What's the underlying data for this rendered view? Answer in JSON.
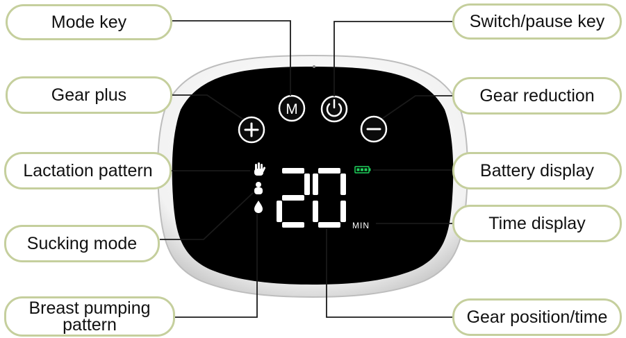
{
  "callouts": {
    "mode_key": "Mode key",
    "switch_pause_key": "Switch/pause key",
    "gear_plus": "Gear plus",
    "gear_reduction": "Gear reduction",
    "lactation_pattern": "Lactation pattern",
    "battery_display": "Battery display",
    "sucking_mode": "Sucking mode",
    "time_display": "Time display",
    "breast_pumping_pattern": "Breast pumping pattern",
    "gear_position_time": "Gear position/time"
  },
  "panel": {
    "mode_button_label": "M",
    "timer_value": "20",
    "time_unit": "MIN"
  },
  "colors": {
    "callout_border": "#c5cf9d",
    "screen": "#000000",
    "battery": "#1fd15c",
    "leader_line": "#1a1a1a"
  },
  "icons": [
    "plus-icon",
    "minus-icon",
    "power-icon",
    "hand-icon",
    "baby-icon",
    "drop-icon",
    "battery-icon"
  ]
}
